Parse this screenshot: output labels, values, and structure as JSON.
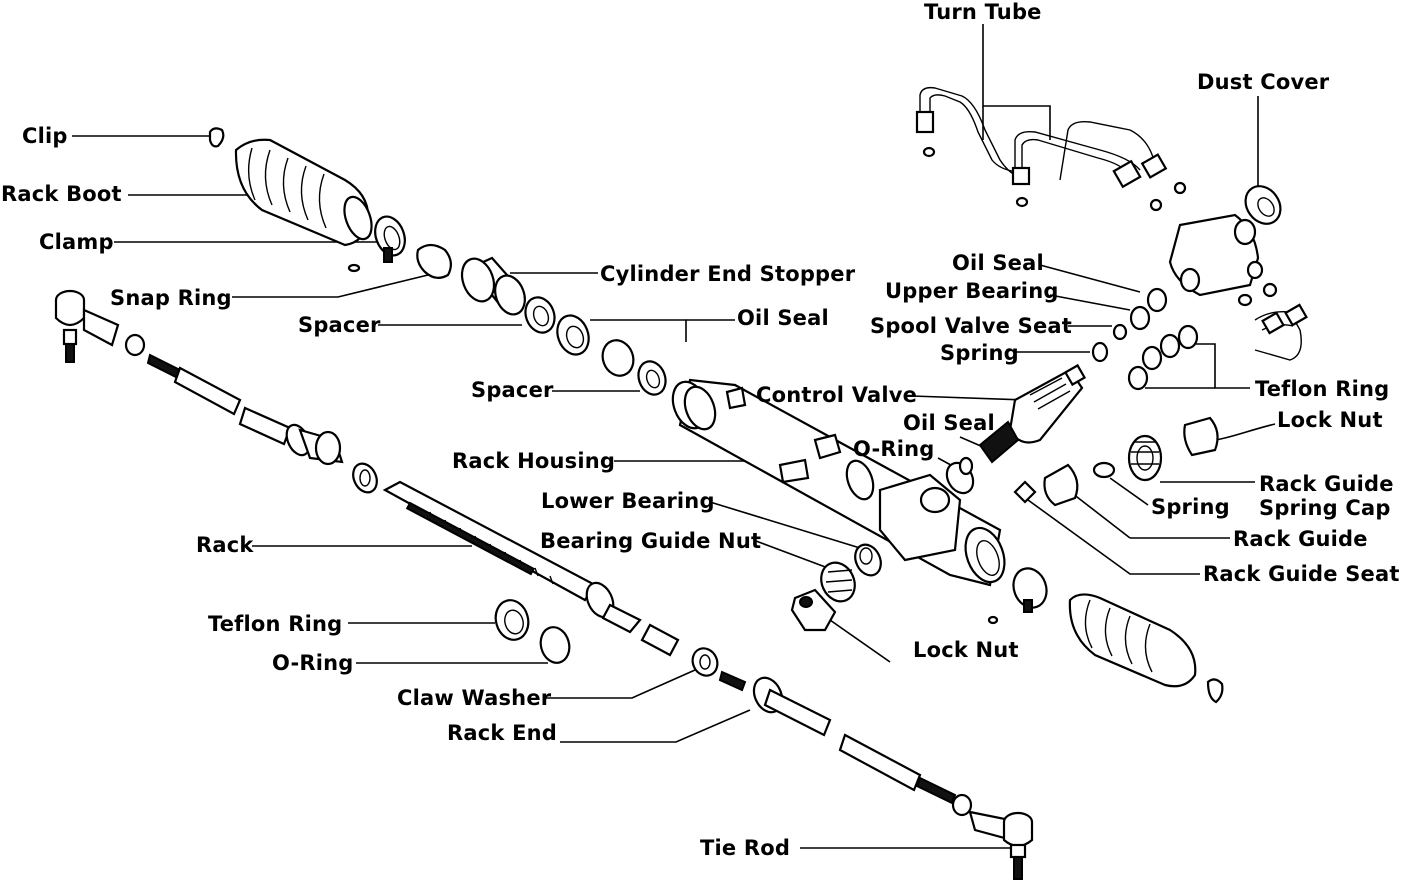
{
  "labels": {
    "turn_tube": "Turn Tube",
    "dust_cover": "Dust Cover",
    "clip": "Clip",
    "rack_boot": "Rack Boot",
    "clamp": "Clamp",
    "snap_ring": "Snap Ring",
    "spacer_1": "Spacer",
    "cylinder_end_stopper": "Cylinder End Stopper",
    "oil_seal_1": "Oil Seal",
    "spacer_2": "Spacer",
    "control_valve": "Control Valve",
    "oil_seal_2": "Oil Seal",
    "upper_bearing": "Upper Bearing",
    "spool_valve_seat": "Spool Valve Seat",
    "spring_1": "Spring",
    "teflon_ring_1": "Teflon Ring",
    "oil_seal_3": "Oil Seal",
    "o_ring_1": "O-Ring",
    "lock_nut_1": "Lock Nut",
    "rack_housing": "Rack Housing",
    "rack_guide_spring_cap_1": "Rack Guide",
    "rack_guide_spring_cap_2": "Spring Cap",
    "lower_bearing": "Lower Bearing",
    "spring_2": "Spring",
    "bearing_guide_nut": "Bearing Guide Nut",
    "rack_guide": "Rack Guide",
    "rack": "Rack",
    "rack_guide_seat": "Rack Guide Seat",
    "teflon_ring_2": "Teflon Ring",
    "lock_nut_2": "Lock Nut",
    "o_ring_2": "O-Ring",
    "claw_washer": "Claw Washer",
    "rack_end": "Rack End",
    "tie_rod": "Tie Rod"
  }
}
